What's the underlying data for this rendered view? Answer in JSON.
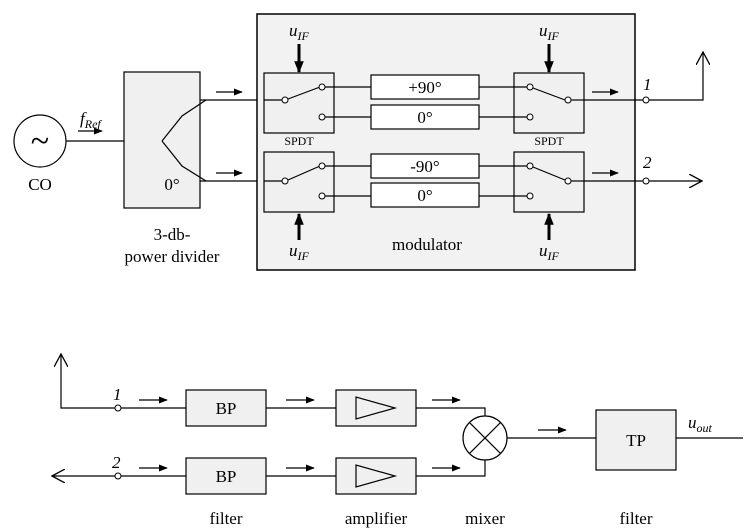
{
  "top": {
    "oscillator": {
      "symbol": "~",
      "label": "CO"
    },
    "ref_freq": {
      "main": "f",
      "sub": "Ref"
    },
    "divider": {
      "phase": "0°",
      "label_line1": "3-db-",
      "label_line2": "power divider"
    },
    "modulator": {
      "label": "modulator",
      "switch_label": "SPDT",
      "control": {
        "main": "u",
        "sub": "IF"
      },
      "phase_boxes": [
        "+90°",
        "0°",
        "-90°",
        "0°"
      ]
    },
    "ports": [
      "1",
      "2"
    ]
  },
  "bottom": {
    "ports": [
      "1",
      "2"
    ],
    "bp_label": "BP",
    "tp_label": "TP",
    "output": {
      "main": "u",
      "sub": "out"
    },
    "captions": [
      "filter",
      "amplifier",
      "mixer",
      "filter"
    ]
  }
}
